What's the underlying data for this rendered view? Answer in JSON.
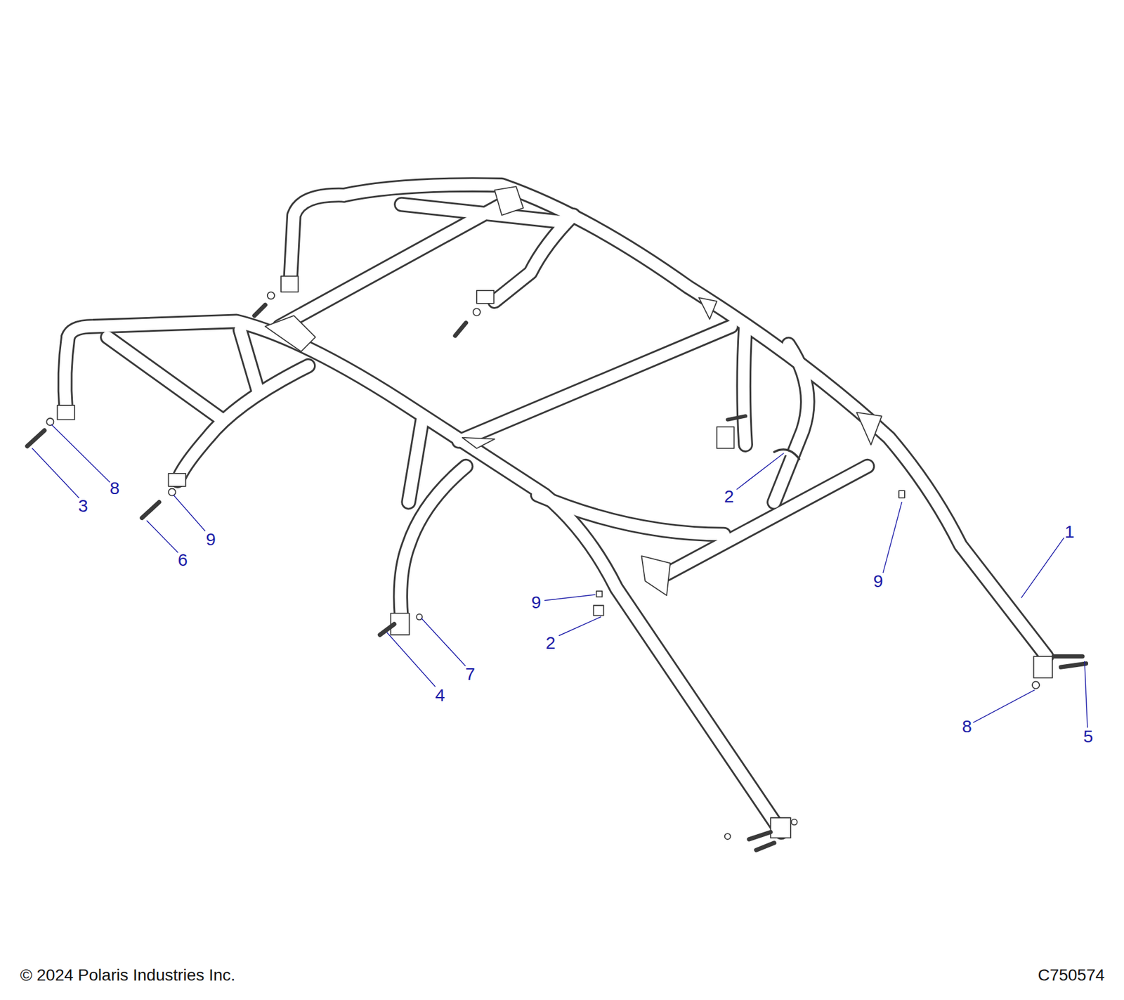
{
  "diagram": {
    "labels": [
      "8",
      "2",
      "3",
      "1",
      "9",
      "6",
      "9",
      "9",
      "2",
      "7",
      "4",
      "8",
      "5",
      "© 2024 Polaris Industries Inc.",
      "C750574"
    ]
  }
}
